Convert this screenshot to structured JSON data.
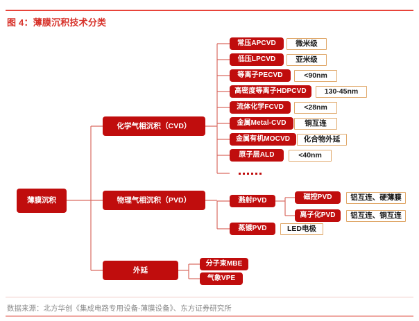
{
  "figure": {
    "title": "图 4：薄膜沉积技术分类",
    "source": "数据来源：北方华创《集成电路专用设备-薄膜设备》、东方证券研究所",
    "colors": {
      "accent_red": "#c00d0d",
      "title_red": "#d7322a",
      "rule_red": "#e8443a",
      "tag_border": "#e0a86a",
      "connector": "#d96a62",
      "source_gray": "#8b8b8b"
    }
  },
  "chart_data": {
    "type": "tree-diagram",
    "title": "图 4：薄膜沉积技术分类",
    "root": "薄膜沉积",
    "branches": [
      {
        "label": "化学气相沉积（CVD）",
        "children": [
          {
            "label": "常压APCVD",
            "tag": "微米级"
          },
          {
            "label": "低压LPCVD",
            "tag": "亚米级"
          },
          {
            "label": "等离子PECVD",
            "tag": "<90nm"
          },
          {
            "label": "高密度等离子HDPCVD",
            "tag": "130-45nm"
          },
          {
            "label": "流体化学FCVD",
            "tag": "<28nm"
          },
          {
            "label": "金属Metal-CVD",
            "tag": "铜互连"
          },
          {
            "label": "金属有机MOCVD",
            "tag": "化合物外延"
          },
          {
            "label": "原子层ALD",
            "tag": "<40nm"
          },
          {
            "label": "……",
            "tag": ""
          }
        ]
      },
      {
        "label": "物理气相沉积（PVD）",
        "children": [
          {
            "label": "溅射PVD",
            "tag": "",
            "children": [
              {
                "label": "磁控PVD",
                "tag": "铝互连、硬薄膜"
              },
              {
                "label": "离子化PVD",
                "tag": "铝互连、铜互连"
              }
            ]
          },
          {
            "label": "蒸镀PVD",
            "tag": "LED电极"
          }
        ]
      },
      {
        "label": "外延",
        "children": [
          {
            "label": "分子束MBE",
            "tag": ""
          },
          {
            "label": "气象VPE",
            "tag": ""
          }
        ]
      }
    ]
  },
  "nodes": {
    "root": "薄膜沉积",
    "cvd": "化学气相沉积（CVD）",
    "pvd": "物理气相沉积（PVD）",
    "epi": "外延",
    "cvd_children": [
      "常压APCVD",
      "低压LPCVD",
      "等离子PECVD",
      "高密度等离子HDPCVD",
      "流体化学FCVD",
      "金属Metal-CVD",
      "金属有机MOCVD",
      "原子层ALD"
    ],
    "cvd_tags": [
      "微米级",
      "亚米级",
      "<90nm",
      "130-45nm",
      "<28nm",
      "铜互连",
      "化合物外延",
      "<40nm"
    ],
    "pvd_children": [
      "溅射PVD",
      "蒸镀PVD"
    ],
    "pvd_sputter_children": [
      "磁控PVD",
      "离子化PVD"
    ],
    "pvd_sputter_tags": [
      "铝互连、硬薄膜",
      "铝互连、铜互连"
    ],
    "pvd_evap_tag": "LED电极",
    "epi_children": [
      "分子束MBE",
      "气象VPE"
    ]
  }
}
